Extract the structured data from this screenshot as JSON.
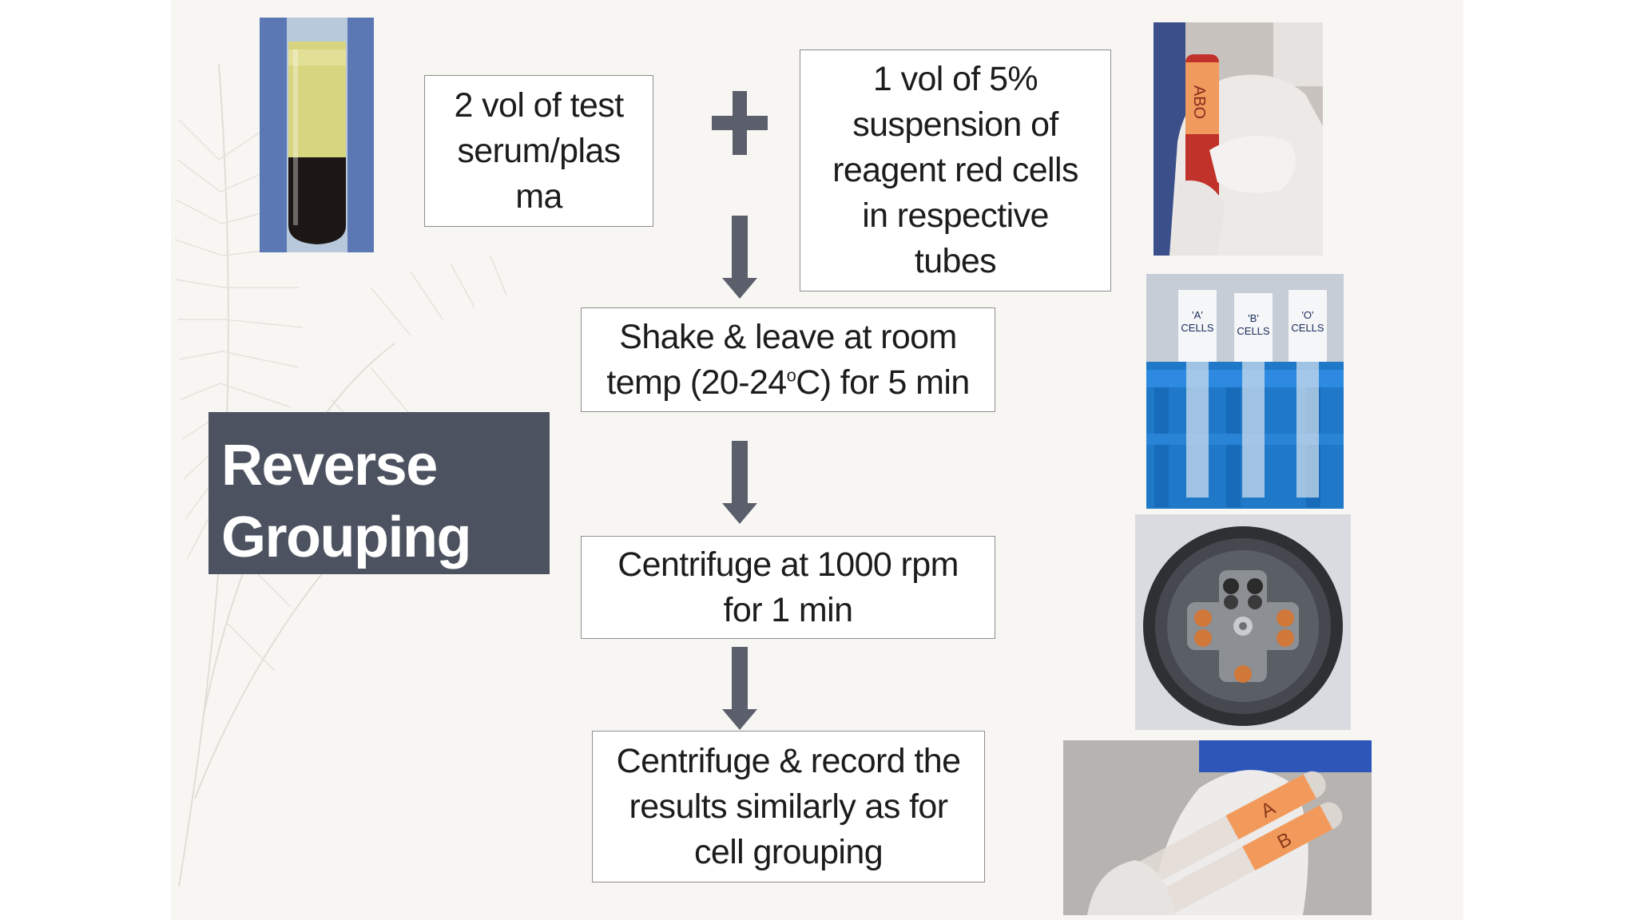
{
  "title": "Reverse\nGrouping",
  "steps": {
    "serum": "2 vol of test\nserum/plas\nma",
    "suspension": "1 vol of 5%\nsuspension of\nreagent red cells\nin respective\ntubes",
    "shake": "Shake & leave at room\ntemp (20-24",
    "shake_sup": "o",
    "shake_tail": "C) for 5 min",
    "centrifuge": "Centrifuge at 1000 rpm\nfor 1 min",
    "record": "Centrifuge & record the\nresults similarly as for\ncell grouping"
  },
  "photos": {
    "tube_label_handheld": "ABO",
    "rack_labels": [
      "'A'\nCELLS",
      "'B'\nCELLS",
      "'O'\nCELLS"
    ],
    "tube_labels_final": [
      "A",
      "B"
    ]
  },
  "colors": {
    "title_bg": "#4d5260",
    "arrow": "#5b5f6b",
    "box_border": "#8e8e8e",
    "rack_blue": "#1f78c8"
  },
  "icons": [
    "plus-icon",
    "down-arrow-icon"
  ]
}
